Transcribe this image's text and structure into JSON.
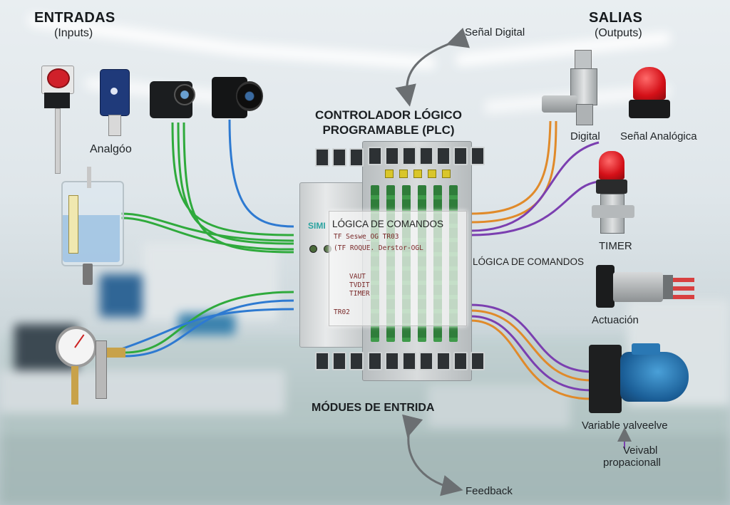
{
  "inputs": {
    "title": "ENTRADAS",
    "subtitle": "(Inputs)",
    "analog_label": "Analgóo"
  },
  "outputs": {
    "title": "SALIAS",
    "subtitle": "(Outputs)",
    "digital_label": "Digital",
    "analog_signal_label": "Señal Analógica",
    "timer_label": "TIMER",
    "logic_label": "LÓGICA DE COMANDOS",
    "actuation_label": "Actuación",
    "variable_label": "Variable valveelve",
    "proportional_line1": "Veivabl",
    "proportional_line2": "propacionall"
  },
  "plc": {
    "title_line1": "CONTROLADOR LÓGICO",
    "title_line2": "PROGRAMABLE (PLC)",
    "brand": "SIMI",
    "logic_panel_title": "LÓGICA DE COMANDOS",
    "code_lines": [
      "TF  Seswe_OG  TR03",
      "(TF  ROQUE.  Derstor-OGL",
      "VAUT",
      "TVDIT",
      "TIMER",
      "TR02"
    ]
  },
  "input_module_label": "MÓDUES DE ENTRIDA",
  "signal_digital_label": "Señal Digital",
  "feedback_label": "Feedback",
  "colors": {
    "green_wire": "#2faa3c",
    "blue_wire": "#2e7ad1",
    "orange_wire": "#e08a2a",
    "purple_wire": "#7b3fb0",
    "arrow": "#6b6f72"
  }
}
